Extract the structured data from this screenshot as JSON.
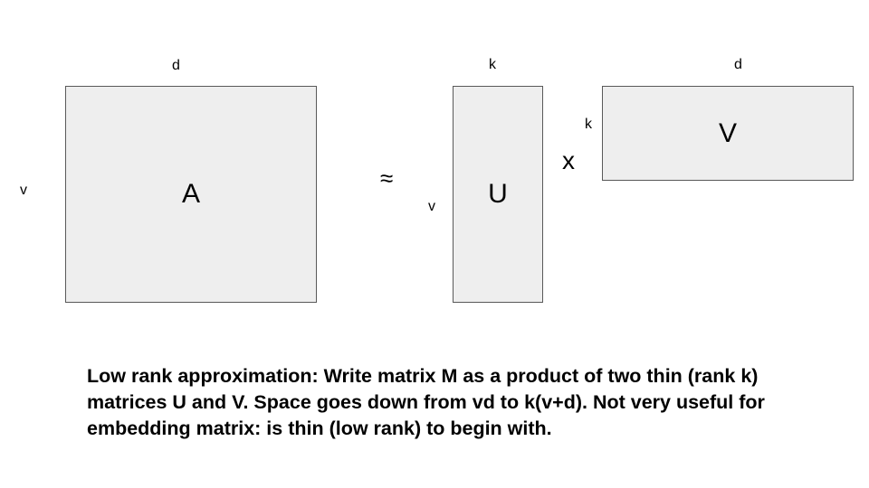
{
  "matrices": {
    "a": {
      "label": "A",
      "rows_dim": "v",
      "cols_dim": "d"
    },
    "u": {
      "label": "U",
      "rows_dim": "v",
      "cols_dim": "k"
    },
    "v": {
      "label": "V",
      "rows_dim": "k",
      "cols_dim": "d"
    }
  },
  "operators": {
    "approx": "≈",
    "times": "x"
  },
  "caption": "Low rank approximation: Write matrix M as a product of two thin (rank k) matrices U and V. Space goes down from vd to k(v+d). Not very useful for embedding matrix: is thin (low rank) to begin with.",
  "colors": {
    "matrix_fill": "#eeeeee",
    "matrix_border": "#595959"
  }
}
